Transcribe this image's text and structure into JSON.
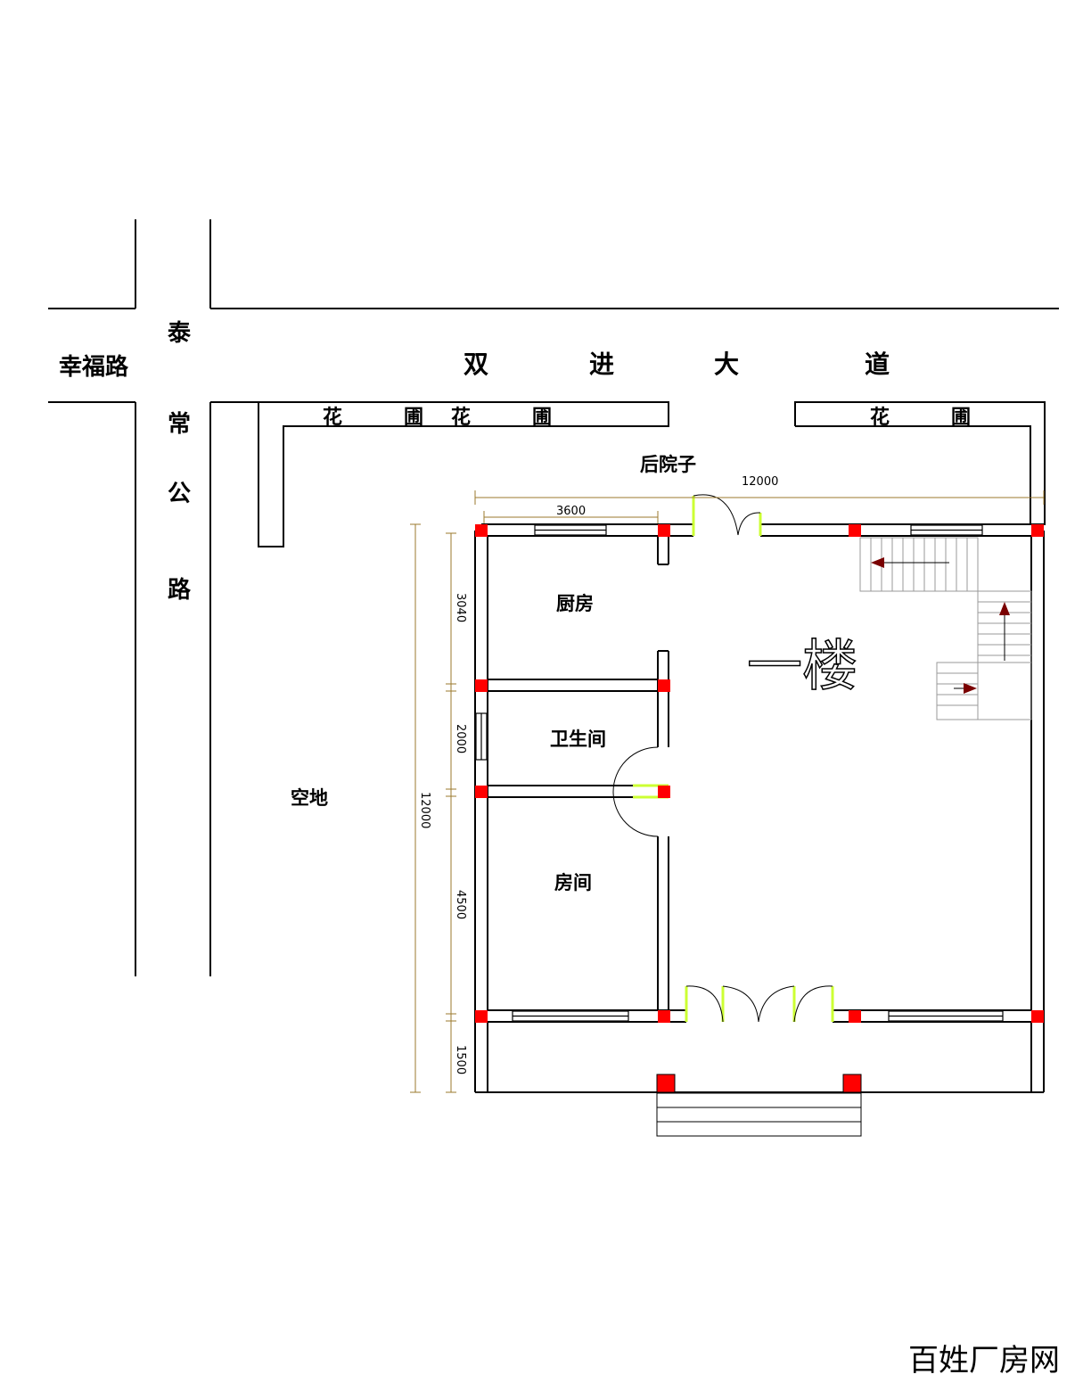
{
  "roads": {
    "xingfu": "幸福路",
    "tai_chang_chars": [
      "泰",
      "常",
      "公",
      "路"
    ],
    "shuangjin_chars": [
      "双",
      "进",
      "大",
      "道"
    ]
  },
  "garden": {
    "left_chars": [
      "花",
      "圃",
      "花",
      "圃"
    ],
    "right_chars": [
      "花",
      "圃"
    ]
  },
  "labels": {
    "backyard": "后院子",
    "kitchen": "厨房",
    "bathroom": "卫生间",
    "room": "房间",
    "empty_lot": "空地",
    "floor": "一楼"
  },
  "dimensions": {
    "total_width": "12000",
    "kitchen_width": "3600",
    "total_depth": "12000",
    "kitchen_depth": "3040",
    "bathroom_depth": "2000",
    "room_depth": "4500",
    "porch_depth": "1500"
  },
  "colors": {
    "wall": "#000000",
    "column": "#ff0000",
    "door": "#ccff33",
    "dimension_line": "#9b7a2e",
    "arrow": "#7a0000"
  },
  "watermark": "百姓厂房网"
}
